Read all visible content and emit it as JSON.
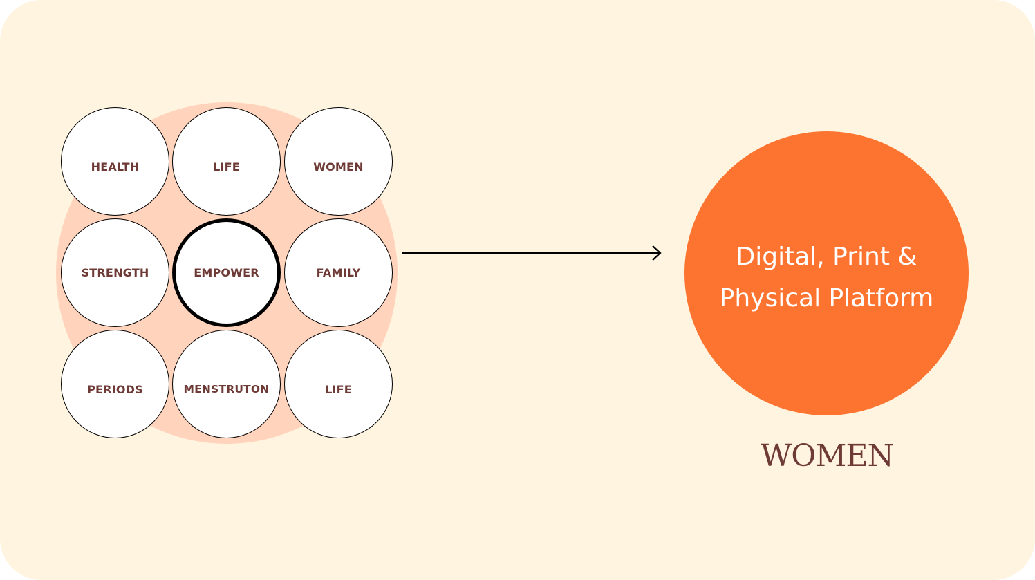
{
  "diagram": {
    "nodes": [
      {
        "label": "HEALTH"
      },
      {
        "label": "LIFE"
      },
      {
        "label": "WOMEN"
      },
      {
        "label": "STRENGTH"
      },
      {
        "label": "EMPOWER",
        "highlighted": true
      },
      {
        "label": "FAMILY"
      },
      {
        "label": "PERIODS"
      },
      {
        "label": "MENSTRUTON"
      },
      {
        "label": "LIFE"
      }
    ],
    "target": {
      "label": "Digital, Print & Physical Platform"
    },
    "brand": "WOMEN"
  },
  "colors": {
    "background": "#FFF4DF",
    "cluster": "#FFD3BC",
    "node_fill": "#FFFFFF",
    "node_text": "#6E3A36",
    "target_fill": "#FD7330",
    "target_text": "#FFFFFF",
    "brand_text": "#6E3A36"
  },
  "icons": {
    "arrow": "arrow-right-icon"
  }
}
